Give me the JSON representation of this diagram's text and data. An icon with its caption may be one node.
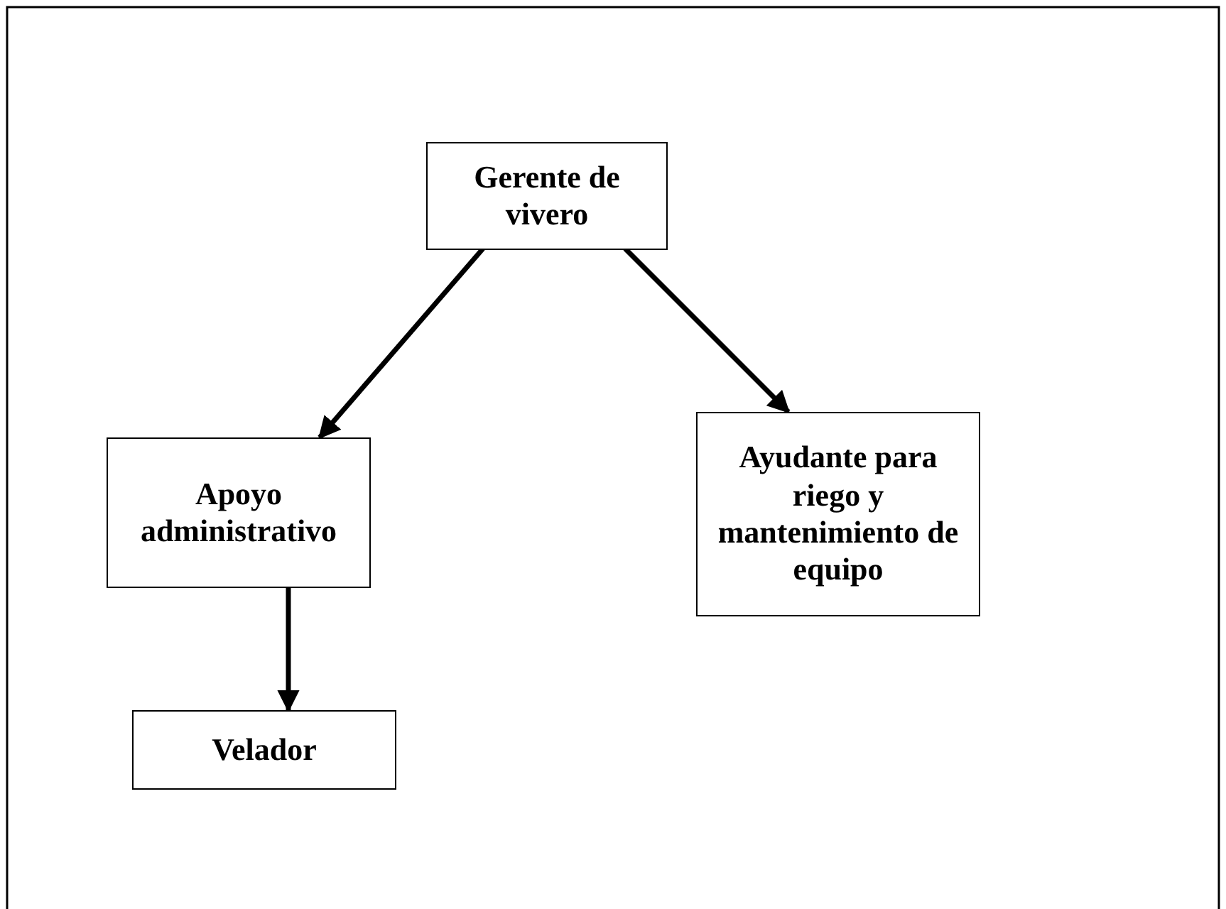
{
  "diagram": {
    "nodes": [
      {
        "text": [
          "Gerente de vivero"
        ]
      },
      {
        "text": [
          "Apoyo administrativo"
        ]
      },
      {
        "text": [
          "Ayudante para riego y mantenimiento de equipo"
        ]
      },
      {
        "text": [
          "Velador"
        ]
      }
    ],
    "edges": [
      {
        "from": 0,
        "to": 1,
        "arrow": "to"
      },
      {
        "from": 0,
        "to": 2,
        "arrow": "to"
      },
      {
        "from": 1,
        "to": 3,
        "arrow": "to"
      }
    ]
  }
}
